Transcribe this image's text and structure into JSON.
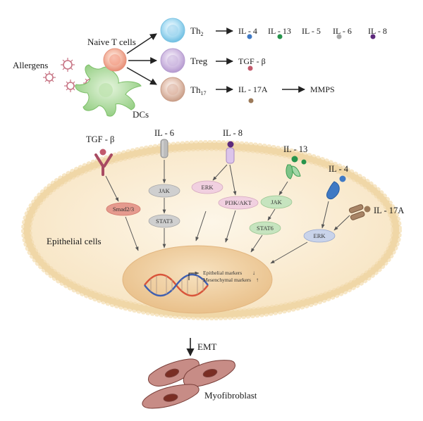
{
  "top": {
    "allergens": "Allergens",
    "naive_t": "Naive T cells",
    "dcs": "DCs",
    "th2": {
      "base": "Th",
      "sub": "2"
    },
    "treg": "Treg",
    "th17": {
      "base": "Th",
      "sub": "17"
    },
    "th2_cytokines": [
      "IL - 4",
      "IL - 13",
      "IL - 5",
      "IL - 6",
      "IL - 8"
    ],
    "treg_cytokine": "TGF - β",
    "th17_cytokine": "IL - 17A",
    "mmps": "MMPS"
  },
  "cell": {
    "receptor_labels": {
      "tgfb": "TGF - β",
      "il6": "IL - 6",
      "il8": "IL - 8",
      "il13": "IL - 13",
      "il4": "IL - 4",
      "il17a": "IL - 17A"
    },
    "title": "Epithelial cells",
    "nodes": {
      "smad": "Smad2/3",
      "jak1": "JAK",
      "stat3": "STAT3",
      "erk1": "ERK",
      "pi3k": "PI3K/AKT",
      "jak2": "JAK",
      "stat6": "STAT6",
      "erk2": "ERK"
    },
    "nucleus": {
      "marker1": "Epithelial markers",
      "marker2": "Mesenchymal markers"
    }
  },
  "bottom": {
    "emt": "EMT",
    "myofibroblast": "Myofibroblast"
  },
  "colors": {
    "membrane": "#f0d7a7",
    "cytoplasm": "#fbf0dc",
    "nucleus": "#f1d2a3",
    "il4": "#3f79c4",
    "il13": "#26944c",
    "il6": "#a9a9a9",
    "il8": "#5d2a7c",
    "tgfb": "#c25a6c",
    "il17a": "#9c7a5a"
  }
}
